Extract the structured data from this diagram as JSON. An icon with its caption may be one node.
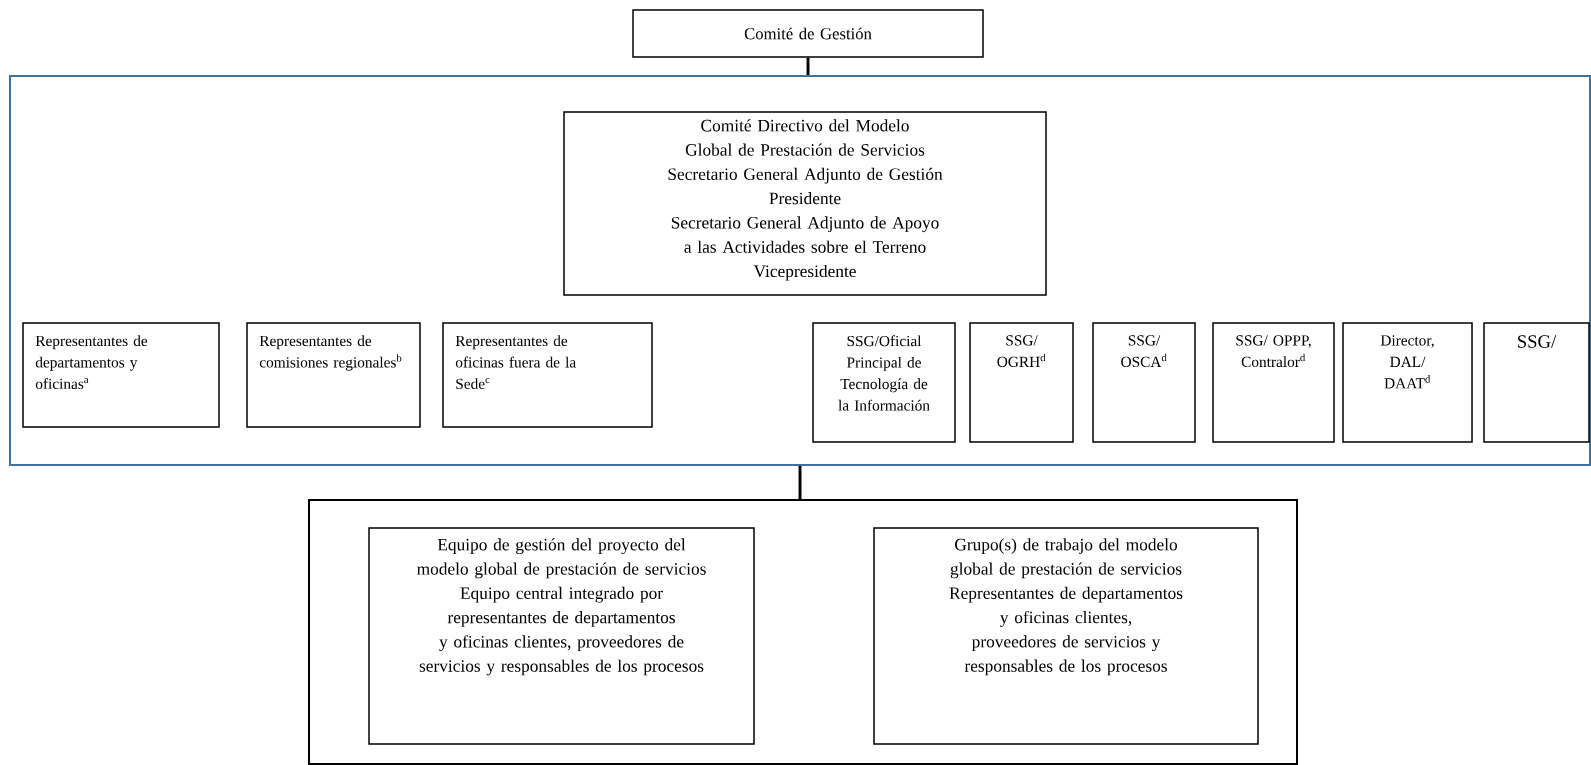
{
  "diagram": {
    "nodes": [
      {
        "text": [
          "Comité de Gestión"
        ]
      },
      {
        "text": [],
        "shape": "box"
      },
      {
        "text": [
          "Comité Directivo del Modelo Global de Prestación de Servicios",
          "Secretario General Adjunto de Gestión",
          "Presidente",
          "Secretario General Adjunto de Apoyo a las Actividades sobre el Terreno",
          "Vicepresidente"
        ],
        "in": 1
      },
      {
        "text": [
          "Representantes de departamentos y oficinas$^{a}$"
        ],
        "in": 1
      },
      {
        "text": [
          "Representantes de comisiones regionales$^{b}$"
        ],
        "in": 1
      },
      {
        "text": [
          "Representantes de oficinas fuera de la Sede$^{c}$"
        ],
        "in": 1
      },
      {
        "text": [
          "SSG/Oficial Principal de Tecnología de la Información"
        ],
        "in": 1
      },
      {
        "text": [
          "SSG/ OGRH$^{d}$"
        ],
        "in": 1
      },
      {
        "text": [
          "SSG/ OSCA$^{d}$"
        ],
        "in": 1
      },
      {
        "text": [
          "SSG/ OPPP, Contralor$^{d}$"
        ],
        "in": 1
      },
      {
        "text": [
          "Director, DAL/ DAAT$^{d}$"
        ],
        "in": 1
      },
      {
        "text": [
          "SSG/"
        ],
        "in": 1
      },
      {
        "text": [],
        "shape": "box"
      },
      {
        "text": [
          "Equipo de gestión del proyecto del modelo global de prestación de servicios",
          "Equipo central integrado por representantes de departamentos y oficinas clientes, proveedores de servicios y responsables de los procesos"
        ],
        "in": 12
      },
      {
        "text": [
          "Grupo(s) de trabajo del modelo global de prestación de servicios",
          "Representantes de departamentos y oficinas clientes, proveedores de servicios y responsables de los procesos"
        ],
        "in": 12
      }
    ],
    "edges": [
      {
        "from": 0,
        "to": 1,
        "arrow": "none"
      },
      {
        "from": 1,
        "to": 12,
        "arrow": "none"
      }
    ]
  }
}
